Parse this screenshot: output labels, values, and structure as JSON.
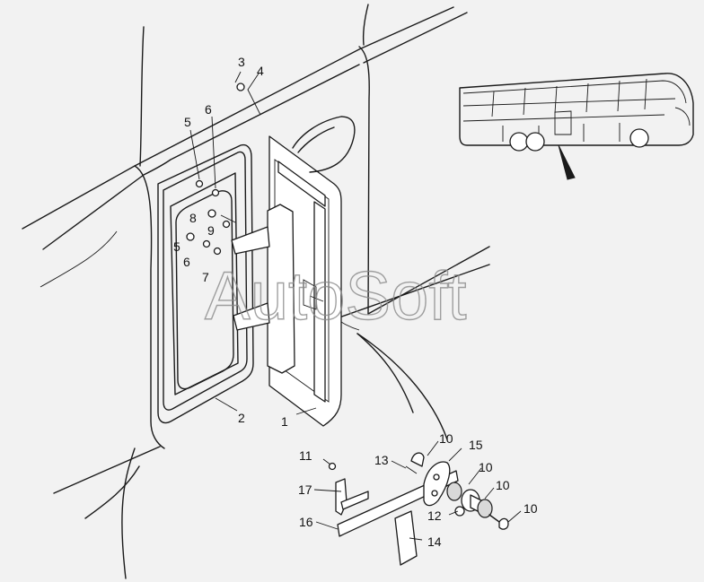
{
  "watermark": "AutoSoft",
  "callouts": [
    {
      "id": "c3",
      "text": "3"
    },
    {
      "id": "c4",
      "text": "4"
    },
    {
      "id": "c5a",
      "text": "5"
    },
    {
      "id": "c6a",
      "text": "6"
    },
    {
      "id": "c8",
      "text": "8"
    },
    {
      "id": "c9",
      "text": "9"
    },
    {
      "id": "c5b",
      "text": "5"
    },
    {
      "id": "c6b",
      "text": "6"
    },
    {
      "id": "c7",
      "text": "7"
    },
    {
      "id": "c2",
      "text": "2"
    },
    {
      "id": "c1",
      "text": "1"
    },
    {
      "id": "c11",
      "text": "11"
    },
    {
      "id": "c13",
      "text": "13"
    },
    {
      "id": "c10a",
      "text": "10"
    },
    {
      "id": "c15",
      "text": "15"
    },
    {
      "id": "c10b",
      "text": "10"
    },
    {
      "id": "c17",
      "text": "17"
    },
    {
      "id": "c10c",
      "text": "10"
    },
    {
      "id": "c12",
      "text": "12"
    },
    {
      "id": "c10d",
      "text": "10"
    },
    {
      "id": "c16",
      "text": "16"
    },
    {
      "id": "c14",
      "text": "14"
    }
  ]
}
